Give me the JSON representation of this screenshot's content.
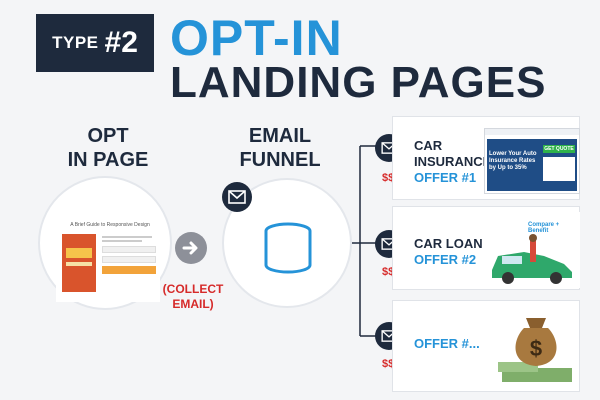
{
  "header": {
    "type_word": "TYPE",
    "type_number": "#2",
    "title_line1": "OPT-IN",
    "title_line2": "LANDING PAGES"
  },
  "columns": {
    "optin_line1": "OPT",
    "optin_line2": "IN PAGE",
    "funnel_line1": "EMAIL",
    "funnel_line2": "FUNNEL"
  },
  "optin_mock": {
    "headline": "A Brief Guide to Responsive Design"
  },
  "collect_note": {
    "line1": "(COLLECT",
    "line2": "EMAIL)"
  },
  "offers": [
    {
      "line1": "CAR",
      "line2": "INSURANCE",
      "line3": "OFFER #1",
      "price": "$$",
      "thumb_text": "Lower Your Auto Insurance Rates by Up to 35%",
      "thumb_cta": "GET QUOTE"
    },
    {
      "line1": "CAR LOAN",
      "line2": "OFFER #2",
      "price": "$$",
      "thumb_text": "Compare + Benefit"
    },
    {
      "line1": "OFFER #...",
      "price": "$$"
    }
  ],
  "colors": {
    "navy": "#1e2a3d",
    "blue": "#2593d8",
    "red": "#d62a2a",
    "gray_arrow": "#8d9099",
    "orange": "#f2a33a"
  },
  "icons": {
    "envelope": "envelope-icon",
    "database": "database-icon",
    "arrow": "arrow-right-icon",
    "money_bag": "money-bag-icon"
  }
}
